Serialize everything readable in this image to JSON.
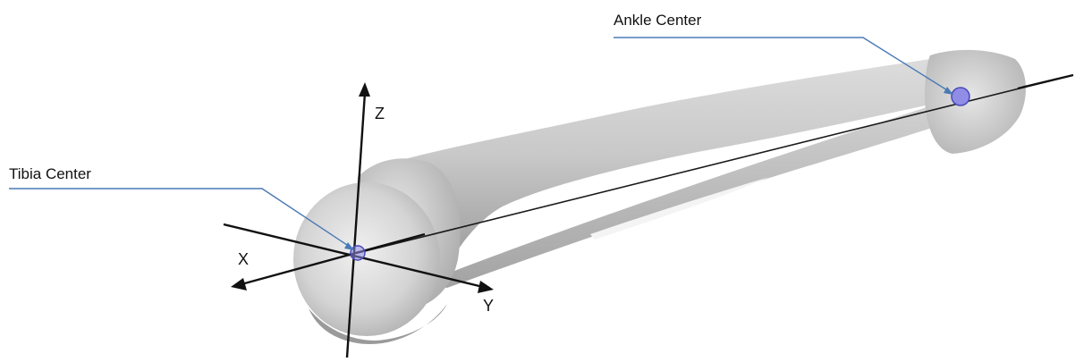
{
  "labels": {
    "ankle_center": "Ankle Center",
    "tibia_center": "Tibia Center",
    "axis_z": "Z",
    "axis_x": "X",
    "axis_y": "Y"
  },
  "colors": {
    "callout_line": "#4a7ab5",
    "marker_fill": "#8f8de6",
    "marker_stroke": "#4b4ab8",
    "axis": "#111111",
    "bone_light": "#e6e6e6",
    "bone_mid": "#c4c4c4",
    "bone_dark": "#8f8f8f"
  }
}
